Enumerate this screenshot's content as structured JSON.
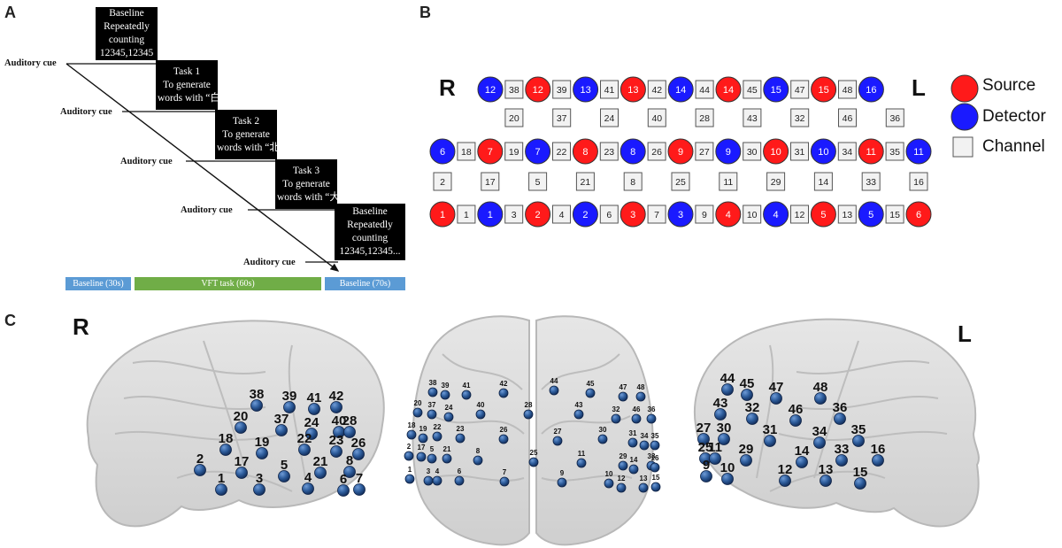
{
  "panels": {
    "a": "A",
    "b": "B",
    "c": "C"
  },
  "panelA": {
    "blocks": [
      {
        "lines": [
          "Baseline",
          "Repeatedly",
          "counting",
          "12345,12345"
        ]
      },
      {
        "lines": [
          "Task 1",
          "To generate",
          "words with “白”"
        ]
      },
      {
        "lines": [
          "Task 2",
          "To generate",
          "words with “北”"
        ]
      },
      {
        "lines": [
          "Task 3",
          "To generate",
          "words with “大”"
        ]
      },
      {
        "lines": [
          "Baseline",
          "Repeatedly",
          "counting",
          "12345,12345..."
        ]
      }
    ],
    "cues": [
      "Auditory cue",
      "Auditory cue",
      "Auditory cue",
      "Auditory cue",
      "Auditory cue"
    ],
    "timeline": [
      {
        "label": "Baseline (30s)",
        "color": "#5b9bd5"
      },
      {
        "label": "VFT task (60s)",
        "color": "#70ad47"
      },
      {
        "label": "Baseline (70s)",
        "color": "#5b9bd5"
      }
    ]
  },
  "panelB": {
    "right_label": "R",
    "left_label": "L",
    "colors": {
      "source": "#ff1a1a",
      "detector": "#1a1aff",
      "channel": "#f2f2f2"
    },
    "legend": [
      {
        "label": "Source",
        "kind": "source"
      },
      {
        "label": "Detector",
        "kind": "detector"
      },
      {
        "label": "Channel",
        "kind": "channel"
      }
    ],
    "row1": [
      [
        "D",
        "12"
      ],
      [
        "C",
        "38"
      ],
      [
        "S",
        "12"
      ],
      [
        "C",
        "39"
      ],
      [
        "D",
        "13"
      ],
      [
        "C",
        "41"
      ],
      [
        "S",
        "13"
      ],
      [
        "C",
        "42"
      ],
      [
        "D",
        "14"
      ],
      [
        "C",
        "44"
      ],
      [
        "S",
        "14"
      ],
      [
        "C",
        "45"
      ],
      [
        "D",
        "15"
      ],
      [
        "C",
        "47"
      ],
      [
        "S",
        "15"
      ],
      [
        "C",
        "48"
      ],
      [
        "D",
        "16"
      ]
    ],
    "row2": [
      "20",
      "37",
      "24",
      "40",
      "28",
      "43",
      "32",
      "46",
      "36"
    ],
    "row3": [
      [
        "D",
        "6"
      ],
      [
        "C",
        "18"
      ],
      [
        "S",
        "7"
      ],
      [
        "C",
        "19"
      ],
      [
        "D",
        "7"
      ],
      [
        "C",
        "22"
      ],
      [
        "S",
        "8"
      ],
      [
        "C",
        "23"
      ],
      [
        "D",
        "8"
      ],
      [
        "C",
        "26"
      ],
      [
        "S",
        "9"
      ],
      [
        "C",
        "27"
      ],
      [
        "D",
        "9"
      ],
      [
        "C",
        "30"
      ],
      [
        "S",
        "10"
      ],
      [
        "C",
        "31"
      ],
      [
        "D",
        "10"
      ],
      [
        "C",
        "34"
      ],
      [
        "S",
        "11"
      ],
      [
        "C",
        "35"
      ],
      [
        "D",
        "11"
      ]
    ],
    "row4": [
      "2",
      "17",
      "5",
      "21",
      "8",
      "25",
      "11",
      "29",
      "14",
      "33",
      "16"
    ],
    "row5": [
      [
        "S",
        "1"
      ],
      [
        "C",
        "1"
      ],
      [
        "D",
        "1"
      ],
      [
        "C",
        "3"
      ],
      [
        "S",
        "2"
      ],
      [
        "C",
        "4"
      ],
      [
        "D",
        "2"
      ],
      [
        "C",
        "6"
      ],
      [
        "S",
        "3"
      ],
      [
        "C",
        "7"
      ],
      [
        "D",
        "3"
      ],
      [
        "C",
        "9"
      ],
      [
        "S",
        "4"
      ],
      [
        "C",
        "10"
      ],
      [
        "D",
        "4"
      ],
      [
        "C",
        "12"
      ],
      [
        "S",
        "5"
      ],
      [
        "C",
        "13"
      ],
      [
        "D",
        "5"
      ],
      [
        "C",
        "15"
      ],
      [
        "S",
        "6"
      ]
    ]
  },
  "panelC": {
    "right_label": "R",
    "left_label": "L",
    "right_view": [
      "38",
      "39",
      "41",
      "42",
      "20",
      "37",
      "24",
      "40",
      "28",
      "18",
      "19",
      "22",
      "23",
      "26",
      "2",
      "17",
      "5",
      "21",
      "8",
      "1",
      "3",
      "4",
      "6",
      "7"
    ],
    "front_view": [
      "38",
      "39",
      "41",
      "42",
      "44",
      "45",
      "47",
      "48",
      "20",
      "37",
      "24",
      "40",
      "28",
      "43",
      "32",
      "46",
      "36",
      "18",
      "19",
      "22",
      "23",
      "26",
      "27",
      "30",
      "31",
      "34",
      "35",
      "2",
      "17",
      "5",
      "21",
      "8",
      "25",
      "11",
      "29",
      "14",
      "33",
      "16",
      "1",
      "3",
      "4",
      "6",
      "7",
      "9",
      "10",
      "12",
      "13",
      "15"
    ],
    "left_view": [
      "44",
      "45",
      "47",
      "48",
      "43",
      "32",
      "46",
      "36",
      "27",
      "30",
      "31",
      "34",
      "35",
      "25",
      "11",
      "29",
      "14",
      "33",
      "16",
      "9",
      "10",
      "12",
      "13",
      "15"
    ]
  }
}
